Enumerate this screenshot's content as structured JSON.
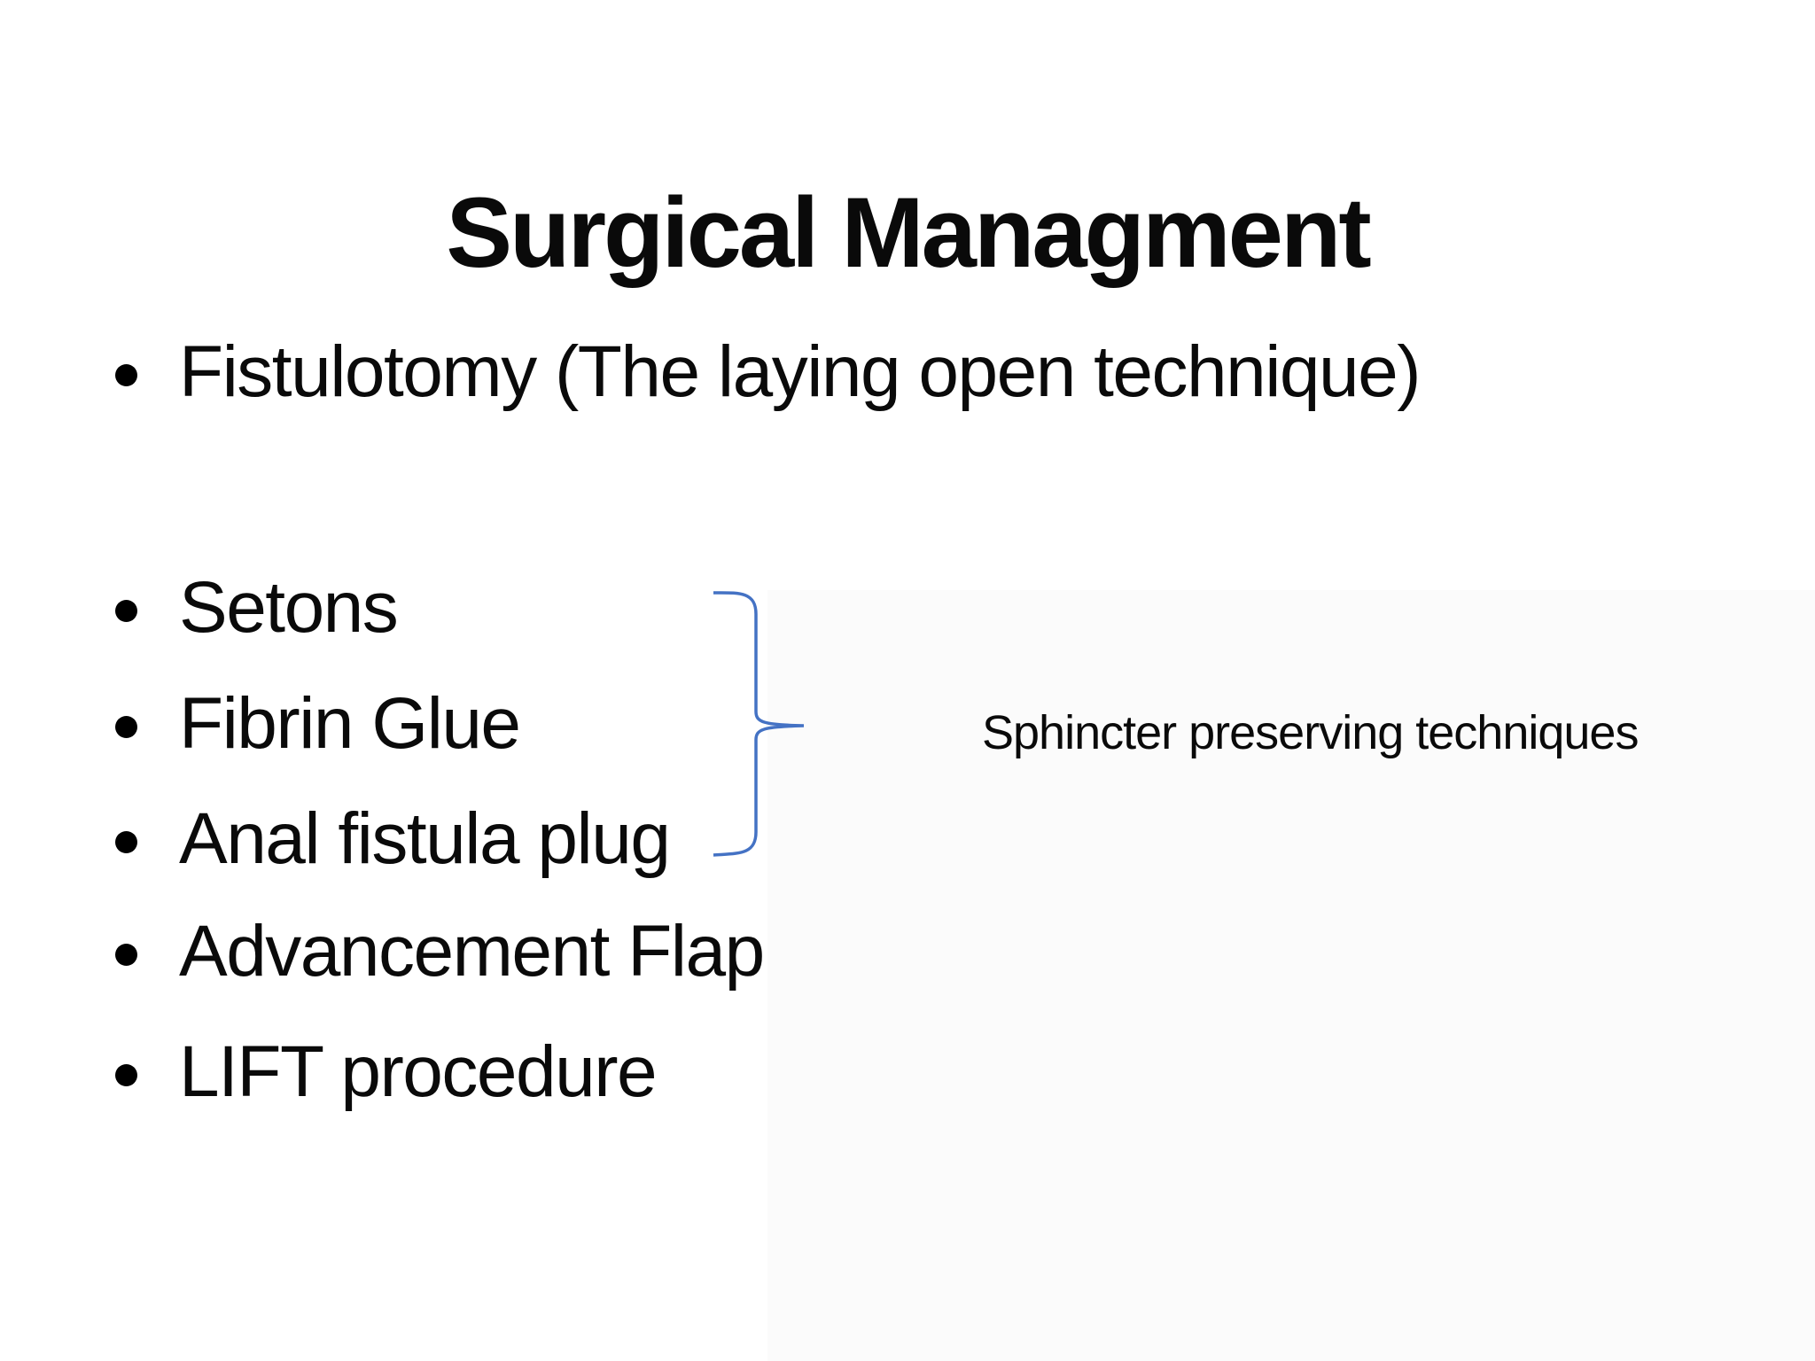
{
  "slide": {
    "title": "Surgical Managment",
    "bullets": [
      {
        "text": "Fistulotomy (The laying open technique)"
      },
      {
        "text": "Setons"
      },
      {
        "text": "Fibrin Glue"
      },
      {
        "text": "Anal fistula plug"
      },
      {
        "text": "Advancement Flap"
      },
      {
        "text": "LIFT procedure"
      }
    ],
    "annotation": {
      "label": "Sphincter preserving techniques",
      "brace_color": "#4472C4"
    },
    "colors": {
      "text": "#0a0a0a",
      "background": "#ffffff",
      "shade": "#fbfbfb"
    }
  }
}
